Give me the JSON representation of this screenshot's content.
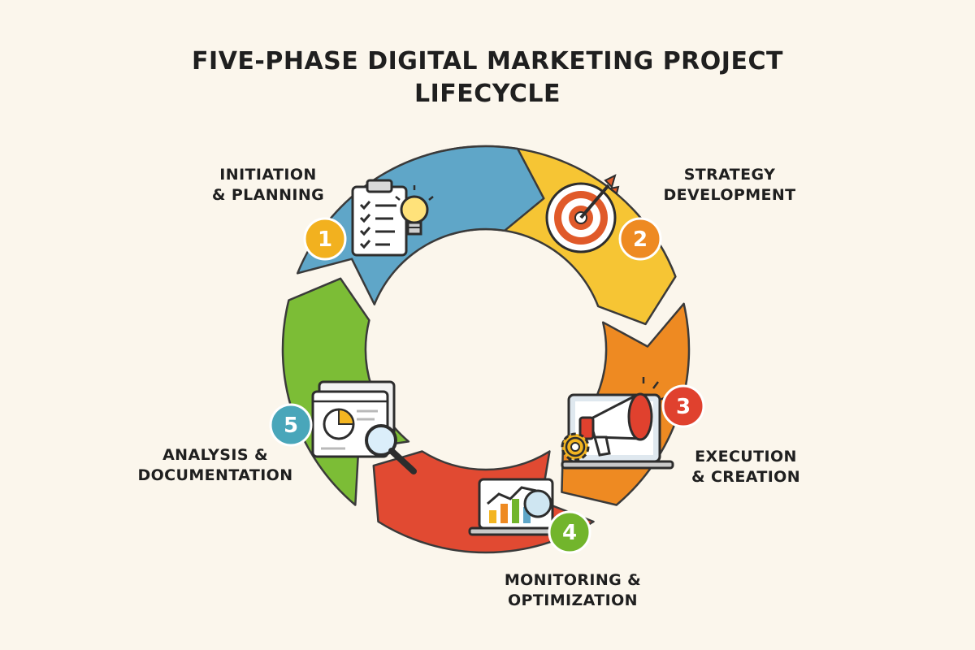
{
  "title": {
    "line1": "FIVE-PHASE DIGITAL MARKETING PROJECT",
    "line2": "LIFECYCLE"
  },
  "phases": [
    {
      "number": "1",
      "label_line1": "INITIATION",
      "label_line2": "& PLANNING",
      "color": "#f6c534",
      "badge_color": "#f2b11f",
      "icon": "clipboard-lightbulb-icon"
    },
    {
      "number": "2",
      "label_line1": "STRATEGY",
      "label_line2": "DEVELOPMENT",
      "color": "#ee8a22",
      "badge_color": "#ee8a22",
      "icon": "target-arrow-icon"
    },
    {
      "number": "3",
      "label_line1": "EXECUTION",
      "label_line2": "& CREATION",
      "color": "#e14a32",
      "badge_color": "#e0412e",
      "icon": "megaphone-laptop-icon"
    },
    {
      "number": "4",
      "label_line1": "MONITORING &",
      "label_line2": "OPTIMIZATION",
      "color": "#7cbd36",
      "badge_color": "#72b52c",
      "icon": "chart-laptop-icon"
    },
    {
      "number": "5",
      "label_line1": "ANALYSIS &",
      "label_line2": "DOCUMENTATION",
      "color": "#5fa6c8",
      "badge_color": "#49a6ba",
      "icon": "report-magnifier-icon"
    }
  ]
}
